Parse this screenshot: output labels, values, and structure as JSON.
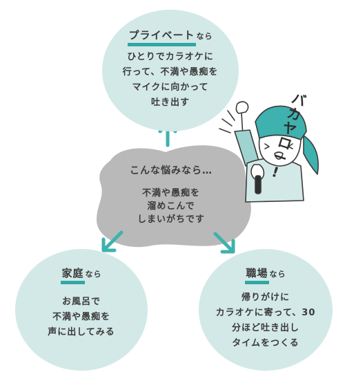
{
  "center": {
    "title": "こんな悩みなら…",
    "lines": [
      "不満や愚痴を",
      "溜めこんで",
      "しまいがちです"
    ]
  },
  "top": {
    "key": "プライベート",
    "suffix": "なら",
    "lines": [
      "ひとりでカラオケに",
      "行って、不満や愚痴を",
      "マイクに向かって",
      "吐き出す"
    ]
  },
  "left": {
    "key": "家庭",
    "suffix": "なら",
    "lines": [
      "お風呂で",
      "不満や愚痴を",
      "声に出してみる"
    ]
  },
  "right": {
    "key": "職場",
    "suffix": "なら",
    "lines": [
      "帰りがけに",
      "カラオケに寄って、30",
      "分ほど吐き出し",
      "タイムをつくる"
    ]
  },
  "shout": [
    "バ",
    "カ",
    "ヤ",
    "ロ",
    "ー",
    "!"
  ],
  "colors": {
    "circle_fill": "#d3e9e7",
    "blob_fill": "#b9b9b9",
    "accent": "#2fa7a5",
    "arrow": "#3fb1ae"
  }
}
